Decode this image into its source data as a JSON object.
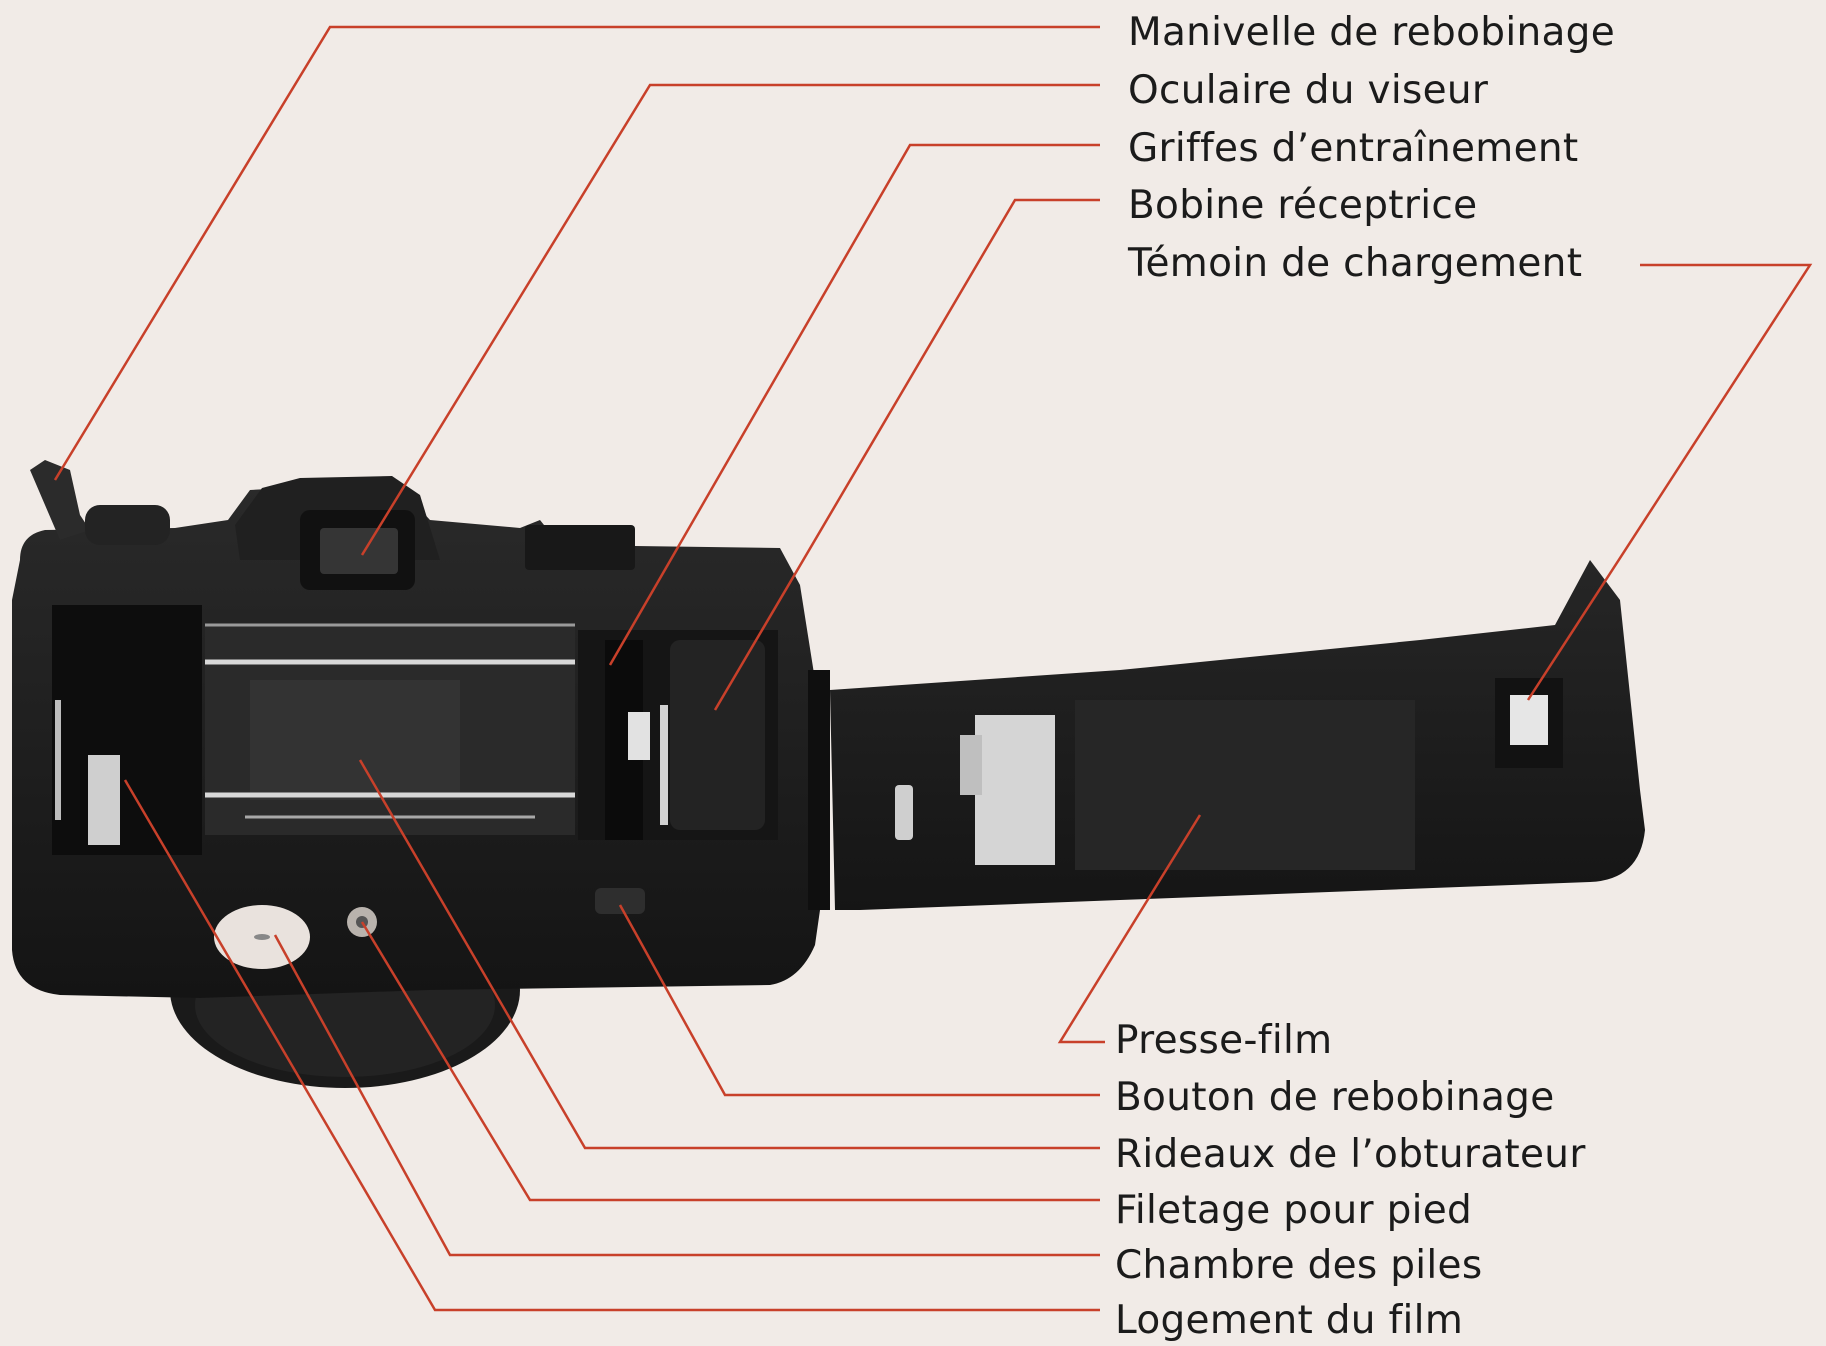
{
  "labels": {
    "manivelle": "Manivelle de rebobinage",
    "oculaire": "Oculaire du viseur",
    "griffes": "Griffes d’entraînement",
    "bobine": "Bobine réceptrice",
    "temoin": "Témoin de chargement",
    "presse": "Presse-film",
    "bouton": "Bouton de rebobinage",
    "rideaux": "Rideaux de l’obturateur",
    "filetage": "Filetage pour pied",
    "chambre": "Chambre des piles",
    "logement": "Logement du film"
  },
  "colors": {
    "background": "#f1ebe7",
    "leader_line": "#c8402a",
    "camera_body": "#1d1d1d",
    "label_text": "#1b1b1b"
  }
}
